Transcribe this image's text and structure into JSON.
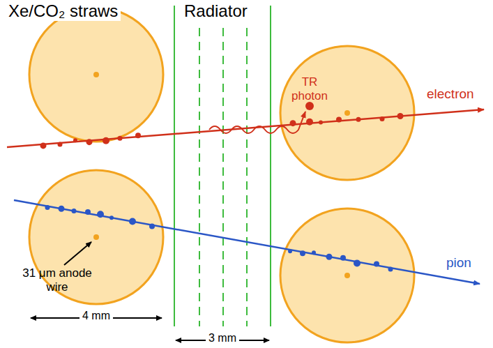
{
  "diagram": {
    "labels": [
      "Xe/CO₂ straws",
      "Radiator",
      "TR photon",
      "electron",
      "pion",
      "31 μm anode wire",
      "4 mm",
      "3 mm"
    ]
  }
}
